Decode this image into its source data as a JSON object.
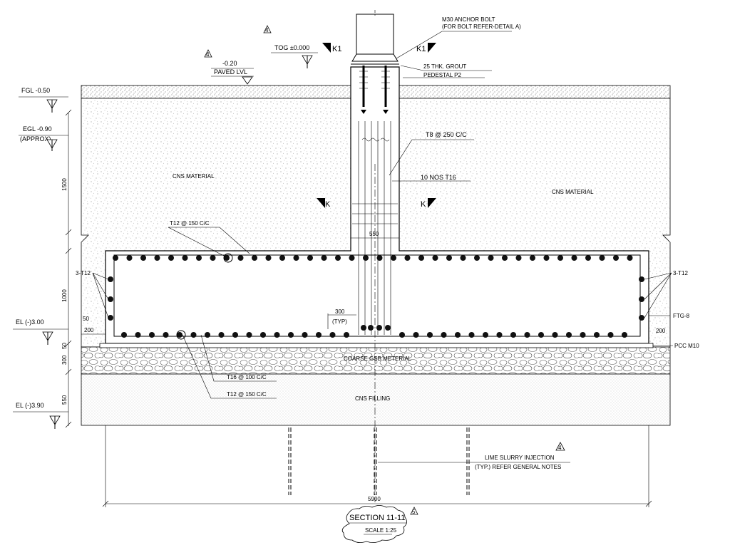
{
  "drawing": {
    "title": "SECTION 11-11",
    "scale": "SCALE 1:25",
    "revision_marker": "5",
    "revision_tag": "4"
  },
  "levels": {
    "fgl": "FGL -0.50",
    "egl": "EGL -0.90",
    "egl_note": "(APPROX)",
    "el_footing": "EL (-)3.00",
    "el_bottom": "EL (-)3.90",
    "tog": "TOG ±0.000",
    "paved_value": "-0.20",
    "paved_label": "PAVED LVL"
  },
  "sections_marks": {
    "k1_left": "K1",
    "k1_right": "K1",
    "k_left": "K",
    "k_right": "K"
  },
  "labels": {
    "anchor_bolt": "M30 ANCHOR BOLT",
    "anchor_bolt_ref": "(FOR BOLT REFER-DETAIL A)",
    "grout": "25 THK. GROUT",
    "pedestal": "PEDESTAL P2",
    "ties": "T8 @ 250 C/C",
    "main_bars": "10 NOS T16",
    "cns_left": "CNS MATERIAL",
    "cns_right": "CNS MATERIAL",
    "top_bars": "T12 @ 150 C/C",
    "side_bars_left": "3-T12",
    "side_bars_right": "3-T12",
    "footing_mark": "FTG-8",
    "pcc": "PCC M10",
    "gsb": "COARSE GSB METERIAL",
    "bottom_bars_t16": "T16 @ 100 C/C",
    "bottom_bars_t12": "T12 @ 150 C/C",
    "cns_filling": "CNS FILLING",
    "lime_1": "LIME SLURRY INJECTION",
    "lime_2": "(TYP.) REFER GENERAL NOTES",
    "typ_label": "(TYP)"
  },
  "dims": {
    "d1500": "1500",
    "d1000": "1000",
    "d300": "300",
    "d50": "50",
    "d550": "550",
    "d550_ped": "550",
    "d300_typ": "300",
    "d50_left": "50",
    "d200_left": "200",
    "d200_right": "200",
    "d5900": "5900"
  }
}
